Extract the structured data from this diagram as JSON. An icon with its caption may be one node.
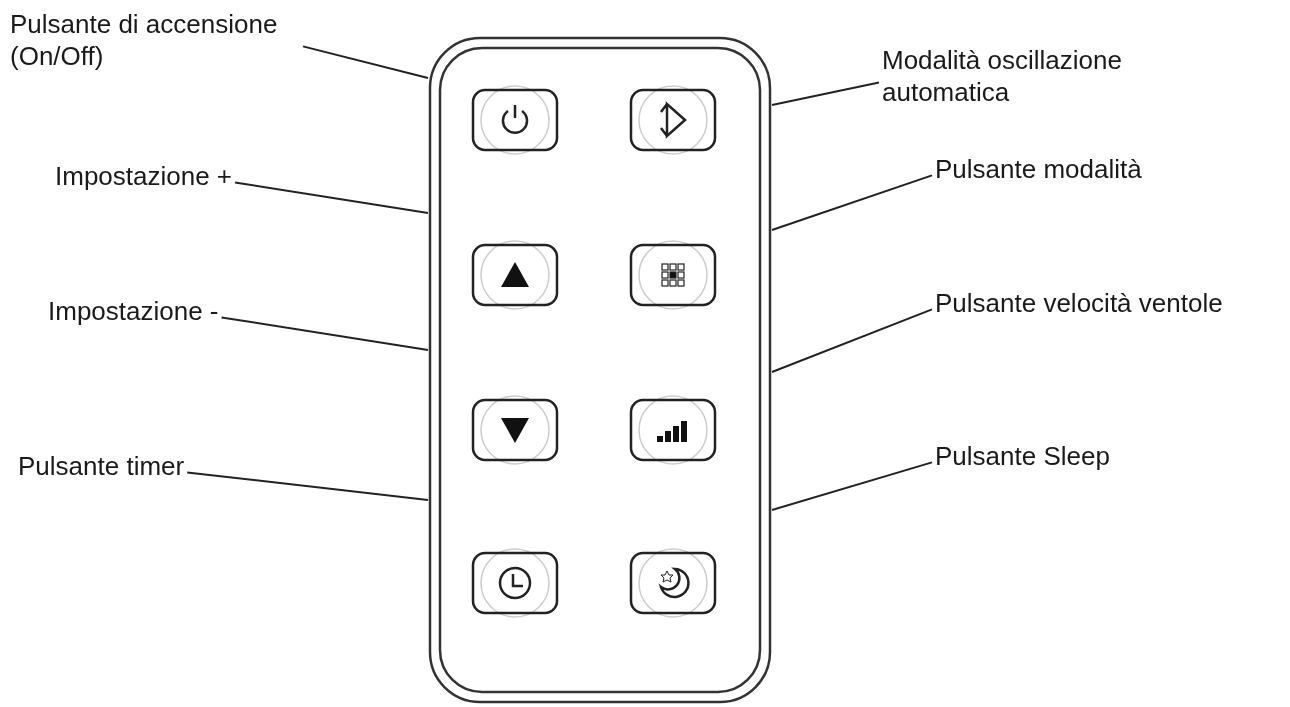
{
  "diagram": {
    "nodes": [
      {
        "text": [
          "Pulsante di accensione (On/Off)"
        ]
      },
      {
        "text": [
          "Modalità oscillazione automatica"
        ]
      },
      {
        "text": [
          "Impostazione +"
        ]
      },
      {
        "text": [
          "Pulsante modalità"
        ]
      },
      {
        "text": [
          "Impostazione -"
        ]
      },
      {
        "text": [
          "Pulsante velocità ventole"
        ]
      },
      {
        "text": [
          "Pulsante timer"
        ]
      },
      {
        "text": [
          "Pulsante Sleep"
        ]
      },
      {
        "text": [],
        "shape": "box"
      }
    ],
    "edges": [
      {
        "from": 0,
        "to": 8,
        "arrow": "none"
      },
      {
        "from": 1,
        "to": 8,
        "arrow": "none"
      },
      {
        "from": 2,
        "to": 8,
        "arrow": "none"
      },
      {
        "from": 3,
        "to": 8,
        "arrow": "none"
      },
      {
        "from": 4,
        "to": 8,
        "arrow": "none"
      },
      {
        "from": 5,
        "to": 8,
        "arrow": "none"
      },
      {
        "from": 6,
        "to": 8,
        "arrow": "none"
      },
      {
        "from": 7,
        "to": 8,
        "arrow": "none"
      }
    ]
  }
}
